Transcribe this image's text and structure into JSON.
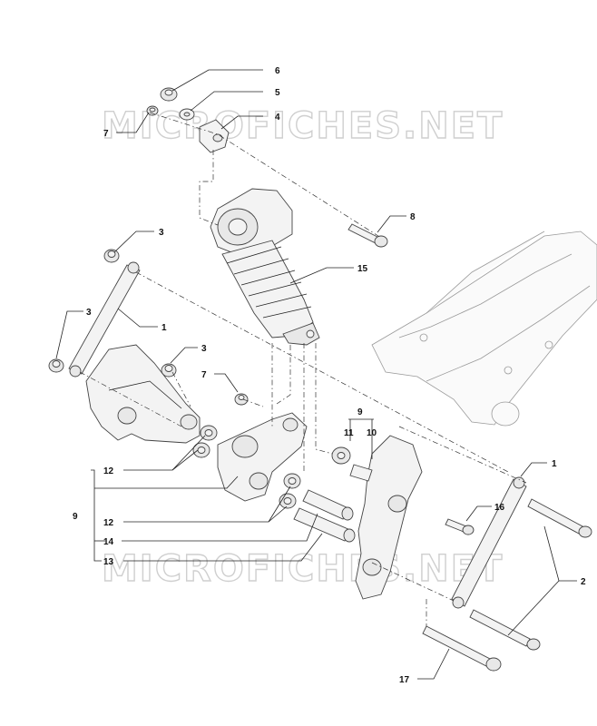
{
  "watermark": {
    "text": "MICROFICHES.NET"
  },
  "callouts": [
    {
      "id": "c6",
      "label": "6"
    },
    {
      "id": "c5",
      "label": "5"
    },
    {
      "id": "c7a",
      "label": "7"
    },
    {
      "id": "c4",
      "label": "4"
    },
    {
      "id": "c8",
      "label": "8"
    },
    {
      "id": "c3a",
      "label": "3"
    },
    {
      "id": "c15",
      "label": "15"
    },
    {
      "id": "c3b",
      "label": "3"
    },
    {
      "id": "c1a",
      "label": "1"
    },
    {
      "id": "c3c",
      "label": "3"
    },
    {
      "id": "c7b",
      "label": "7"
    },
    {
      "id": "c9a",
      "label": "9"
    },
    {
      "id": "c11",
      "label": "11"
    },
    {
      "id": "c10",
      "label": "10"
    },
    {
      "id": "c1b",
      "label": "1"
    },
    {
      "id": "c12a",
      "label": "12"
    },
    {
      "id": "c9b",
      "label": "9"
    },
    {
      "id": "c12b",
      "label": "12"
    },
    {
      "id": "c16",
      "label": "16"
    },
    {
      "id": "c14",
      "label": "14"
    },
    {
      "id": "c13",
      "label": "13"
    },
    {
      "id": "c2",
      "label": "2"
    },
    {
      "id": "c17",
      "label": "17"
    }
  ]
}
